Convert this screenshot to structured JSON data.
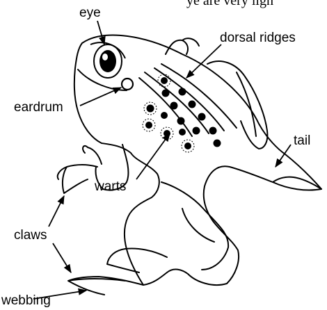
{
  "top_caption_fragment": "ye are very ligh",
  "labels": {
    "eye": "eye",
    "dorsal_ridges": "dorsal ridges",
    "eardrum": "eardrum",
    "tail": "tail",
    "warts": "warts",
    "claws": "claws",
    "webbing": "webbing"
  }
}
